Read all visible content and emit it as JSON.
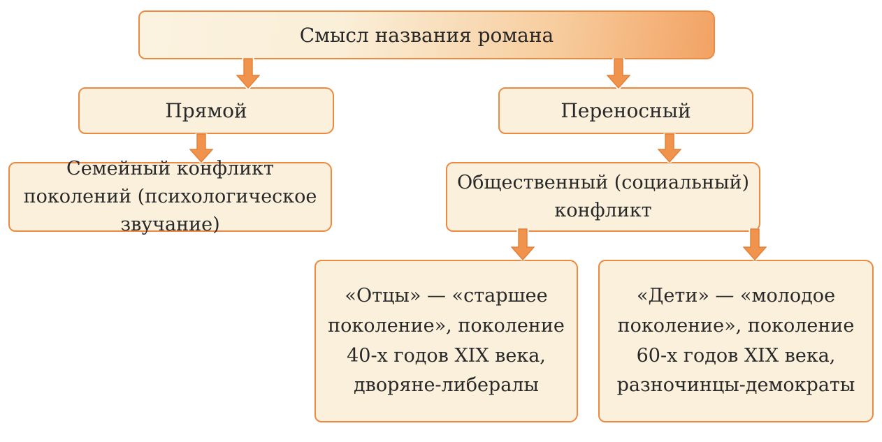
{
  "diagram": {
    "title": "Смысл названия романа",
    "nodes": {
      "root": {
        "label": "Смысл названия романа"
      },
      "direct": {
        "label": "Прямой"
      },
      "figurative": {
        "label": "Переносный"
      },
      "family": {
        "label": "Семейный конфликт поколений (психологическое звучание)"
      },
      "social": {
        "label": "Общественный (социальный) конфликт"
      },
      "fathers": {
        "label": "«Отцы» — «старшее поколение», поколение 40-х годов XIX века, дворяне-либералы"
      },
      "children": {
        "label": "«Дети» — «молодое поколение», поколение 60-х годов XIX века, разночинцы-демократы"
      }
    },
    "edges": [
      {
        "from": "root",
        "to": "direct"
      },
      {
        "from": "root",
        "to": "figurative"
      },
      {
        "from": "direct",
        "to": "family"
      },
      {
        "from": "figurative",
        "to": "social"
      },
      {
        "from": "social",
        "to": "fathers"
      },
      {
        "from": "social",
        "to": "children"
      }
    ],
    "icons": {
      "arrow": "arrow-down-icon"
    },
    "colors": {
      "box_fill": "#FAF0DB",
      "box_border": "#EC8A41",
      "shadow": "#F5AF7D",
      "arrow_fill": "#F0934D",
      "arrow_stroke": "#E57F35",
      "gradient_end": "#F2A263",
      "text": "#282828",
      "background": "#FFFFFF"
    }
  }
}
